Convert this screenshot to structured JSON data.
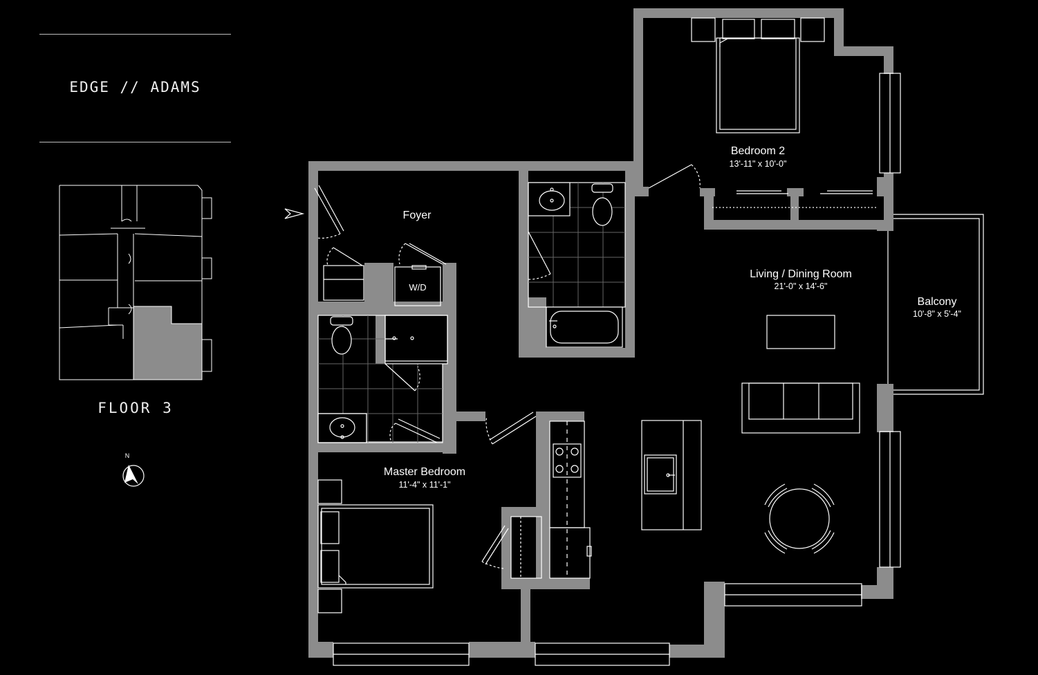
{
  "brand": {
    "title": "EDGE // ADAMS"
  },
  "key_plan": {
    "floor_label": "FLOOR 3",
    "compass_label": "N"
  },
  "rooms": [
    {
      "name": "Foyer",
      "dims": ""
    },
    {
      "name": "Bedroom 2",
      "dims": "13'-11\" x 10'-0\""
    },
    {
      "name": "Living / Dining Room",
      "dims": "21'-0\" x 14'-6\""
    },
    {
      "name": "Balcony",
      "dims": "10'-8\" x 5'-4\""
    },
    {
      "name": "Master Bedroom",
      "dims": "11'-4\" x 11'-1\""
    }
  ],
  "fixtures": {
    "washer_dryer": "W/D"
  },
  "colors": {
    "wall": "#8c8c8c",
    "background": "#000000",
    "line": "#ffffff",
    "highlight": "#8c8c8c"
  }
}
